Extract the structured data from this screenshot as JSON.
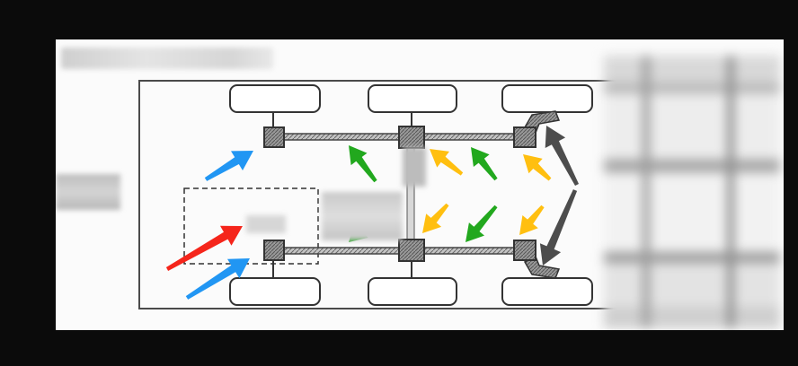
{
  "colors": {
    "background": "#0b0b0b",
    "paper": "#fbfbfb",
    "line": "#4a4a4a",
    "hatch_block": "#8a8a8a",
    "arrow_blue": "#2196f3",
    "arrow_red": "#f5251b",
    "arrow_green": "#22a81e",
    "arrow_yellow": "#ffbf10",
    "arrow_gray": "#4d4d4d"
  },
  "icons": {
    "redaction": "blur-redaction",
    "wheel": "tire-shape",
    "axle_block": "hatched-square",
    "pointer": "arrow-shape"
  }
}
